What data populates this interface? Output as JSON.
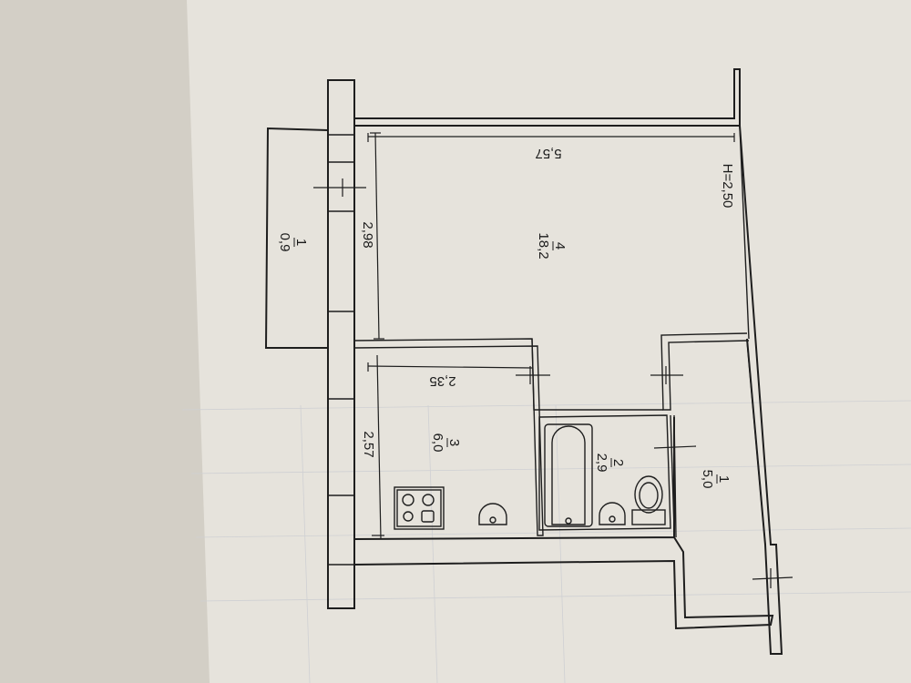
{
  "plan": {
    "colors": {
      "paper": "#e6e3dc",
      "ink": "#1e1e1e"
    },
    "height_note": "Н=2,50",
    "rooms": [
      {
        "id": "balcony",
        "number": "1",
        "area": "0,9"
      },
      {
        "id": "living",
        "number": "4",
        "area": "18,2"
      },
      {
        "id": "kitchen",
        "number": "3",
        "area": "6,0"
      },
      {
        "id": "bathroom",
        "number": "2",
        "area": "2,9"
      },
      {
        "id": "hallway",
        "number": "1",
        "area": "5,0"
      }
    ],
    "dimensions": {
      "living_length": "5,57",
      "living_width": "2,98",
      "kitchen_length": "2,35",
      "kitchen_width": "2,57"
    },
    "fixtures": [
      "stove-icon",
      "sink-icon",
      "bathtub-icon",
      "washbasin-icon",
      "toilet-icon"
    ]
  }
}
